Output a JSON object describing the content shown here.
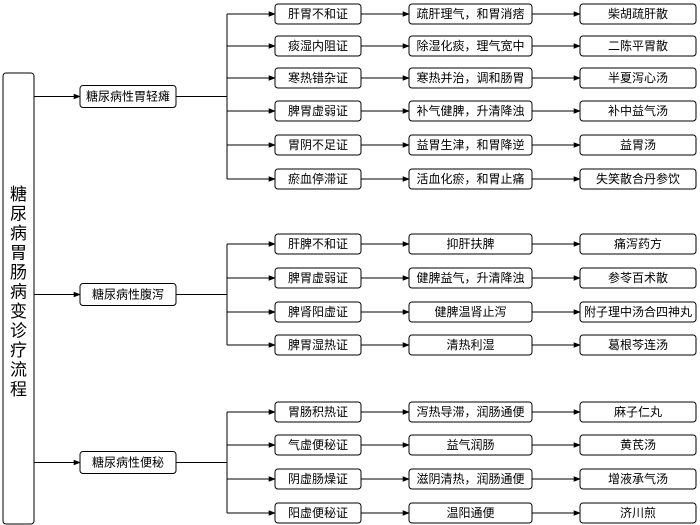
{
  "colors": {
    "line": "#000000",
    "fill": "#ffffff",
    "text": "#000000"
  },
  "root": {
    "label": "糖尿病胃肠病变诊疗流程"
  },
  "categories": [
    {
      "label": "糖尿病性胃轻瘫",
      "rows": [
        {
          "syndrome": "肝胃不和证",
          "treatment": "疏肝理气，和胃消痞",
          "formula": "柴胡疏肝散"
        },
        {
          "syndrome": "痰湿内阻证",
          "treatment": "除湿化痰，理气宽中",
          "formula": "二陈平胃散"
        },
        {
          "syndrome": "寒热错杂证",
          "treatment": "寒热并治，调和肠胃",
          "formula": "半夏泻心汤"
        },
        {
          "syndrome": "脾胃虚弱证",
          "treatment": "补气健脾，升清降浊",
          "formula": "补中益气汤"
        },
        {
          "syndrome": "胃阴不足证",
          "treatment": "益胃生津，和胃降逆",
          "formula": "益胃汤"
        },
        {
          "syndrome": "瘀血停滞证",
          "treatment": "活血化瘀，和胃止痛",
          "formula": "失笑散合丹参饮"
        }
      ]
    },
    {
      "label": "糖尿病性腹泻",
      "rows": [
        {
          "syndrome": "肝脾不和证",
          "treatment": "抑肝扶脾",
          "formula": "痛泻药方"
        },
        {
          "syndrome": "脾胃虚弱证",
          "treatment": "健脾益气，升清降浊",
          "formula": "参苓百术散"
        },
        {
          "syndrome": "脾肾阳虚证",
          "treatment": "健脾温肾止泻",
          "formula": "附子理中汤合四神丸"
        },
        {
          "syndrome": "脾胃湿热证",
          "treatment": "清热利湿",
          "formula": "葛根芩连汤"
        }
      ]
    },
    {
      "label": "糖尿病性便秘",
      "rows": [
        {
          "syndrome": "胃肠积热证",
          "treatment": "泻热导滞，润肠通便",
          "formula": "麻子仁丸"
        },
        {
          "syndrome": "气虚便秘证",
          "treatment": "益气润肠",
          "formula": "黄芪汤"
        },
        {
          "syndrome": "阴虚肠燥证",
          "treatment": "滋阴清热，润肠通便",
          "formula": "增液承气汤"
        },
        {
          "syndrome": "阳虚便秘证",
          "treatment": "温阳通便",
          "formula": "济川煎"
        }
      ]
    }
  ]
}
